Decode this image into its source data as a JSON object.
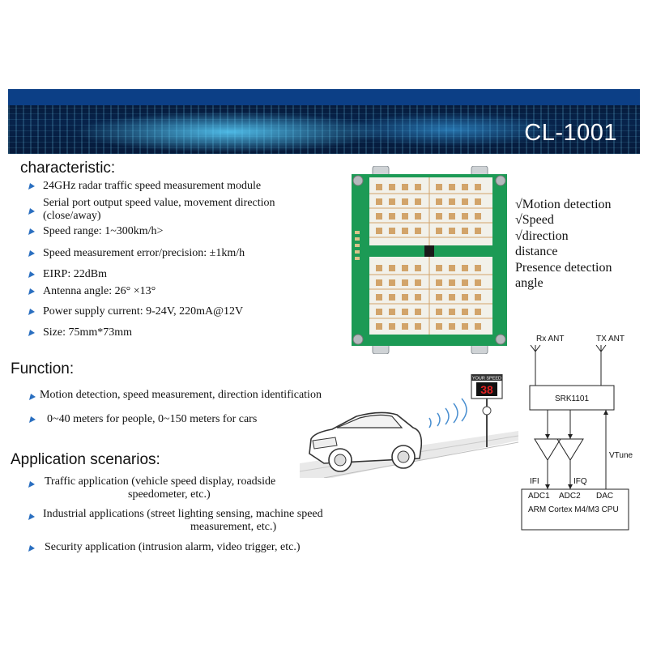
{
  "banner": {
    "model": "CL-1001"
  },
  "characteristic": {
    "heading": "characteristic:",
    "items": [
      "24GHz radar traffic speed measurement module",
      "Serial port output speed value, movement direction",
      "(close/away)",
      "Speed range: 1~300km/h>",
      "Speed measurement error/precision: ±1km/h",
      "EIRP: 22dBm",
      "Antenna angle: 26° ×13°",
      "Power supply current: 9-24V, 220mA@12V",
      "Size: 75mm*73mm"
    ]
  },
  "features": [
    "√Motion detection",
    "√Speed",
    "√direction",
    "distance",
    "Presence detection",
    "angle"
  ],
  "function": {
    "heading": "Function:",
    "items": [
      "Motion detection, speed measurement, direction identification",
      "0~40 meters for people, 0~150 meters for cars"
    ]
  },
  "applications": {
    "heading": "Application scenarios:",
    "items": [
      "Traffic application (vehicle speed display, roadside",
      "speedometer, etc.)",
      "Industrial applications (street lighting sensing, machine speed",
      "measurement, etc.)",
      "Security application (intrusion alarm, video trigger, etc.)"
    ]
  },
  "diagram": {
    "rx": "Rx ANT",
    "tx": "TX ANT",
    "chip": "SRK1101",
    "vtune": "VTune",
    "ifi": "IFI",
    "ifq": "IFQ",
    "adc1": "ADC1",
    "adc2": "ADC2",
    "dac": "DAC",
    "cpu": "ARM Cortex M4/M3 CPU"
  },
  "sign": {
    "line1": "YOUR SPEED",
    "value": "38"
  },
  "colors": {
    "banner": "#0c3f86",
    "pcb": "#1c9a55",
    "pad": "#d2a46a",
    "arrow": "#2a6fc0"
  }
}
